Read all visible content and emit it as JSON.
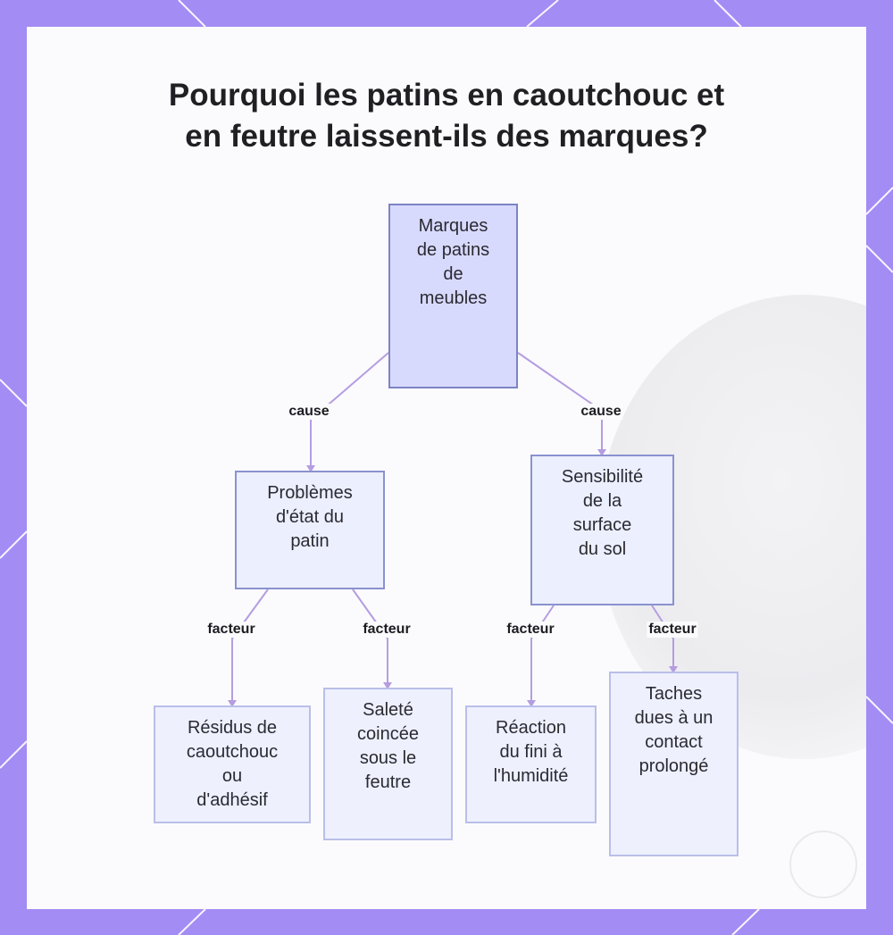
{
  "title": {
    "line1": "Pourquoi les patins en caoutchouc et",
    "line2": "en feutre laissent-ils des marques?"
  },
  "nodes": {
    "root": [
      "Marques",
      "de patins",
      "de",
      "meubles"
    ],
    "pad_condition": [
      "Problèmes",
      "d'état du",
      "patin"
    ],
    "floor_sensitivity": [
      "Sensibilité",
      "de la",
      "surface",
      "du sol"
    ],
    "rubber_residue": [
      "Résidus de",
      "caoutchouc",
      "ou",
      "d'adhésif"
    ],
    "trapped_dirt": [
      "Saleté",
      "coincée",
      "sous le",
      "feutre"
    ],
    "finish_reaction": [
      "Réaction",
      "du fini à",
      "l'humidité"
    ],
    "contact_stains": [
      "Taches",
      "dues à un",
      "contact",
      "prolongé"
    ]
  },
  "edge_labels": {
    "cause_left": "cause",
    "cause_right": "cause",
    "factor_1": "facteur",
    "factor_2": "facteur",
    "factor_3": "facteur",
    "factor_4": "facteur"
  },
  "colors": {
    "frame": "#a38cf4",
    "connector": "#b59de0",
    "root_fill": "#d8dafd",
    "node_fill": "#eef0fd"
  }
}
